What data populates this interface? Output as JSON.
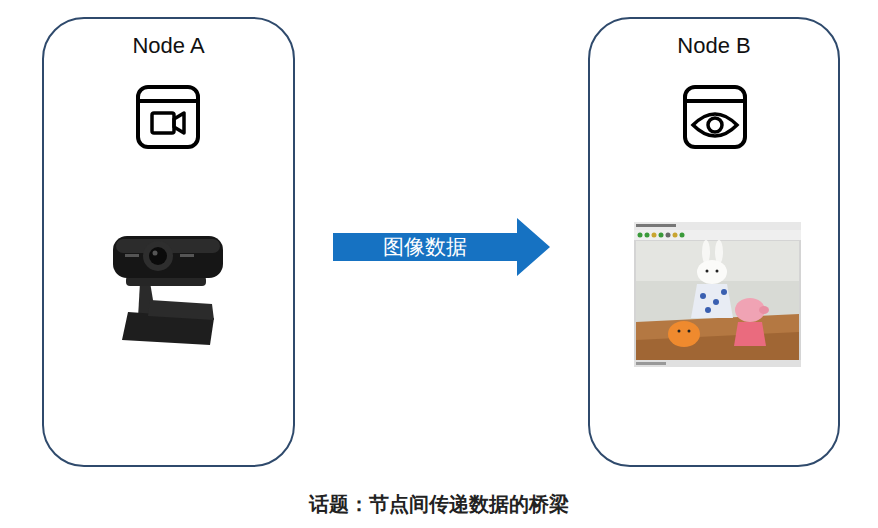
{
  "diagram": {
    "caption": "话题：节点间传递数据的桥梁",
    "nodes": [
      {
        "text": [
          "Node A"
        ]
      },
      {
        "text": [
          "Node B"
        ]
      }
    ],
    "edges": [
      {
        "from": 0,
        "to": 1,
        "arrow": "to",
        "label": "图像数据"
      }
    ]
  }
}
